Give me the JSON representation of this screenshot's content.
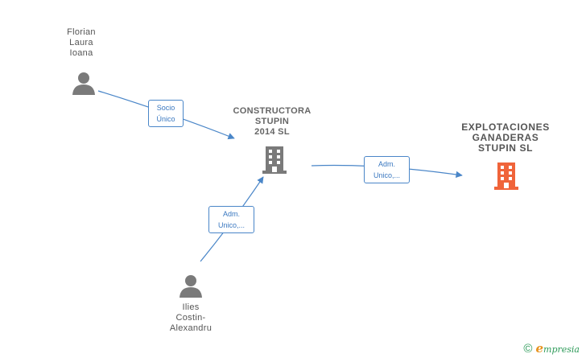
{
  "nodes": {
    "florian": {
      "label": "Florian\nLaura\nIoana",
      "type": "person"
    },
    "constructora": {
      "label": "CONSTRUCTORA\nSTUPIN\n2014  SL",
      "type": "company"
    },
    "explotaciones": {
      "label": "EXPLOTACIONES\nGANADERAS\nSTUPIN  SL",
      "type": "company-main"
    },
    "ilies": {
      "label": "Ilies\nCostin-\nAlexandru",
      "type": "person"
    }
  },
  "edges": {
    "socio": {
      "label": "Socio\nÚnico"
    },
    "adm_explotaciones": {
      "label": "Adm.\nUnico,..."
    },
    "adm_constructora": {
      "label": "Adm.\nUnico,..."
    }
  },
  "colors": {
    "edge": "#4a86c8",
    "person_icon": "#7a7a7a",
    "company_icon": "#7a7a7a",
    "main_company_icon": "#f0643a"
  },
  "footer": {
    "copyright_symbol": "©",
    "brand_initial": "e",
    "brand_rest": "mpresia"
  }
}
